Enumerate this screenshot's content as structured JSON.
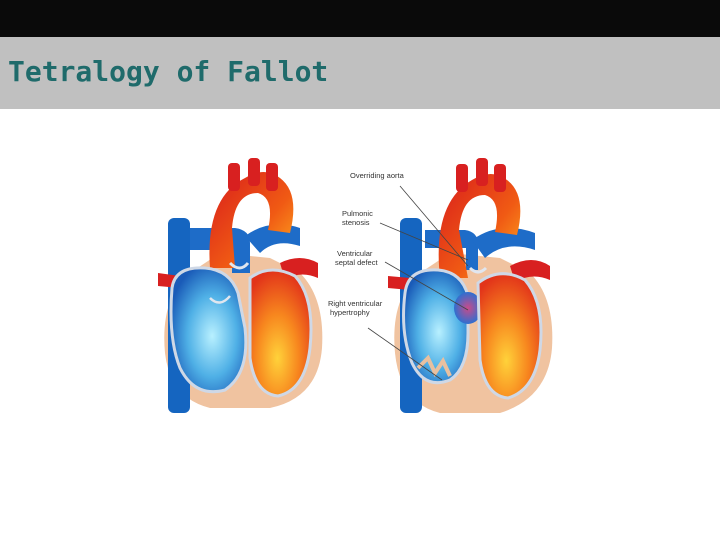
{
  "slide": {
    "title": "Tetralogy of Fallot"
  },
  "figure": {
    "labels": {
      "overriding_aorta": "Overriding aorta",
      "pulmonic_stenosis_1": "Pulmonic",
      "pulmonic_stenosis_2": "stenosis",
      "vsd_1": "Ventricular",
      "vsd_2": "septal defect",
      "rvh_1": "Right ventricular",
      "rvh_2": "hypertrophy"
    }
  },
  "colors": {
    "title_text": "#1f6b6b",
    "header_bar": "#0a0a0a",
    "title_band": "#c0c0c0",
    "oxygenated": "#e8401c",
    "deoxygenated": "#1565c0",
    "myocardium": "#f0c3a0"
  }
}
